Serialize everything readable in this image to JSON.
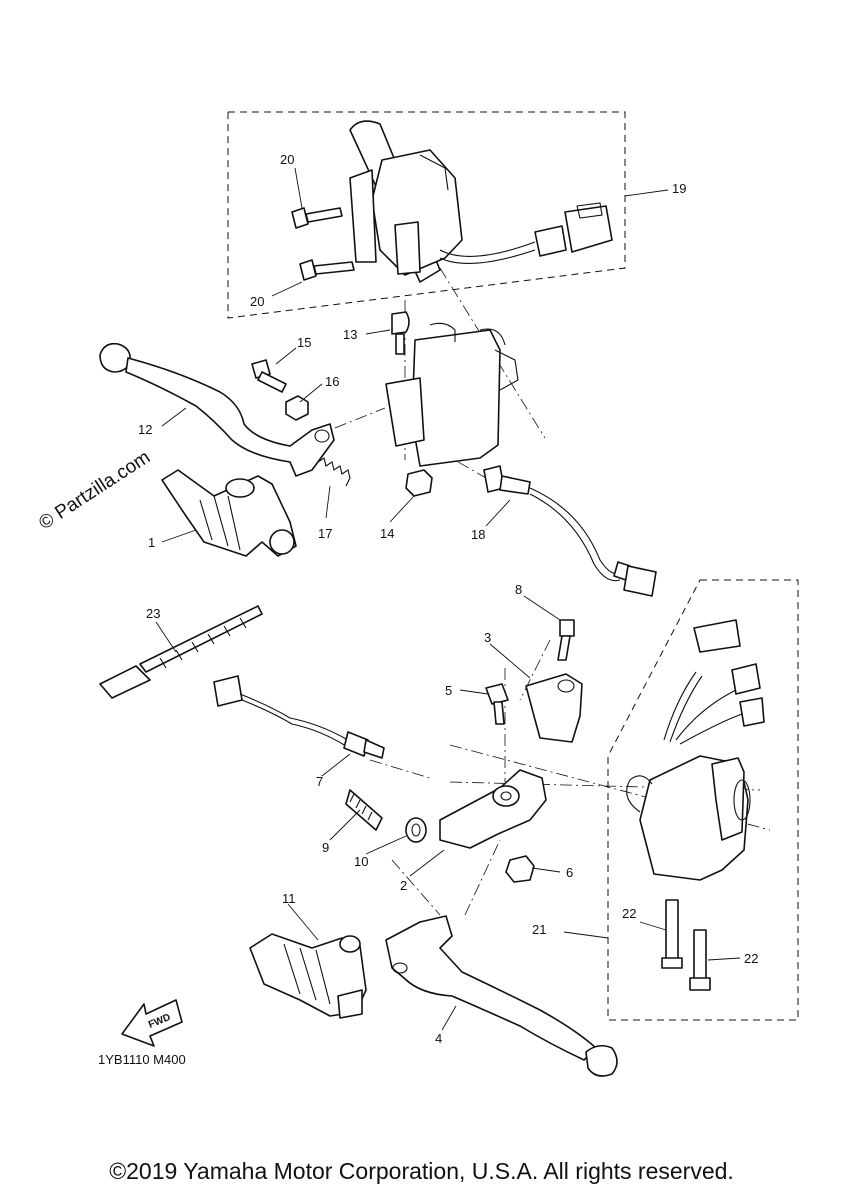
{
  "diagram": {
    "watermark": "© Partzilla.com",
    "drawing_code": "1YB1110 M400",
    "fwd_label": "FWD",
    "callouts": [
      "1",
      "2",
      "3",
      "4",
      "5",
      "6",
      "7",
      "8",
      "9",
      "10",
      "11",
      "12",
      "13",
      "14",
      "15",
      "16",
      "17",
      "18",
      "19",
      "20",
      "21",
      "22",
      "23"
    ]
  },
  "footer": {
    "copyright": "©2019 Yamaha Motor Corporation, U.S.A. All rights reserved."
  }
}
